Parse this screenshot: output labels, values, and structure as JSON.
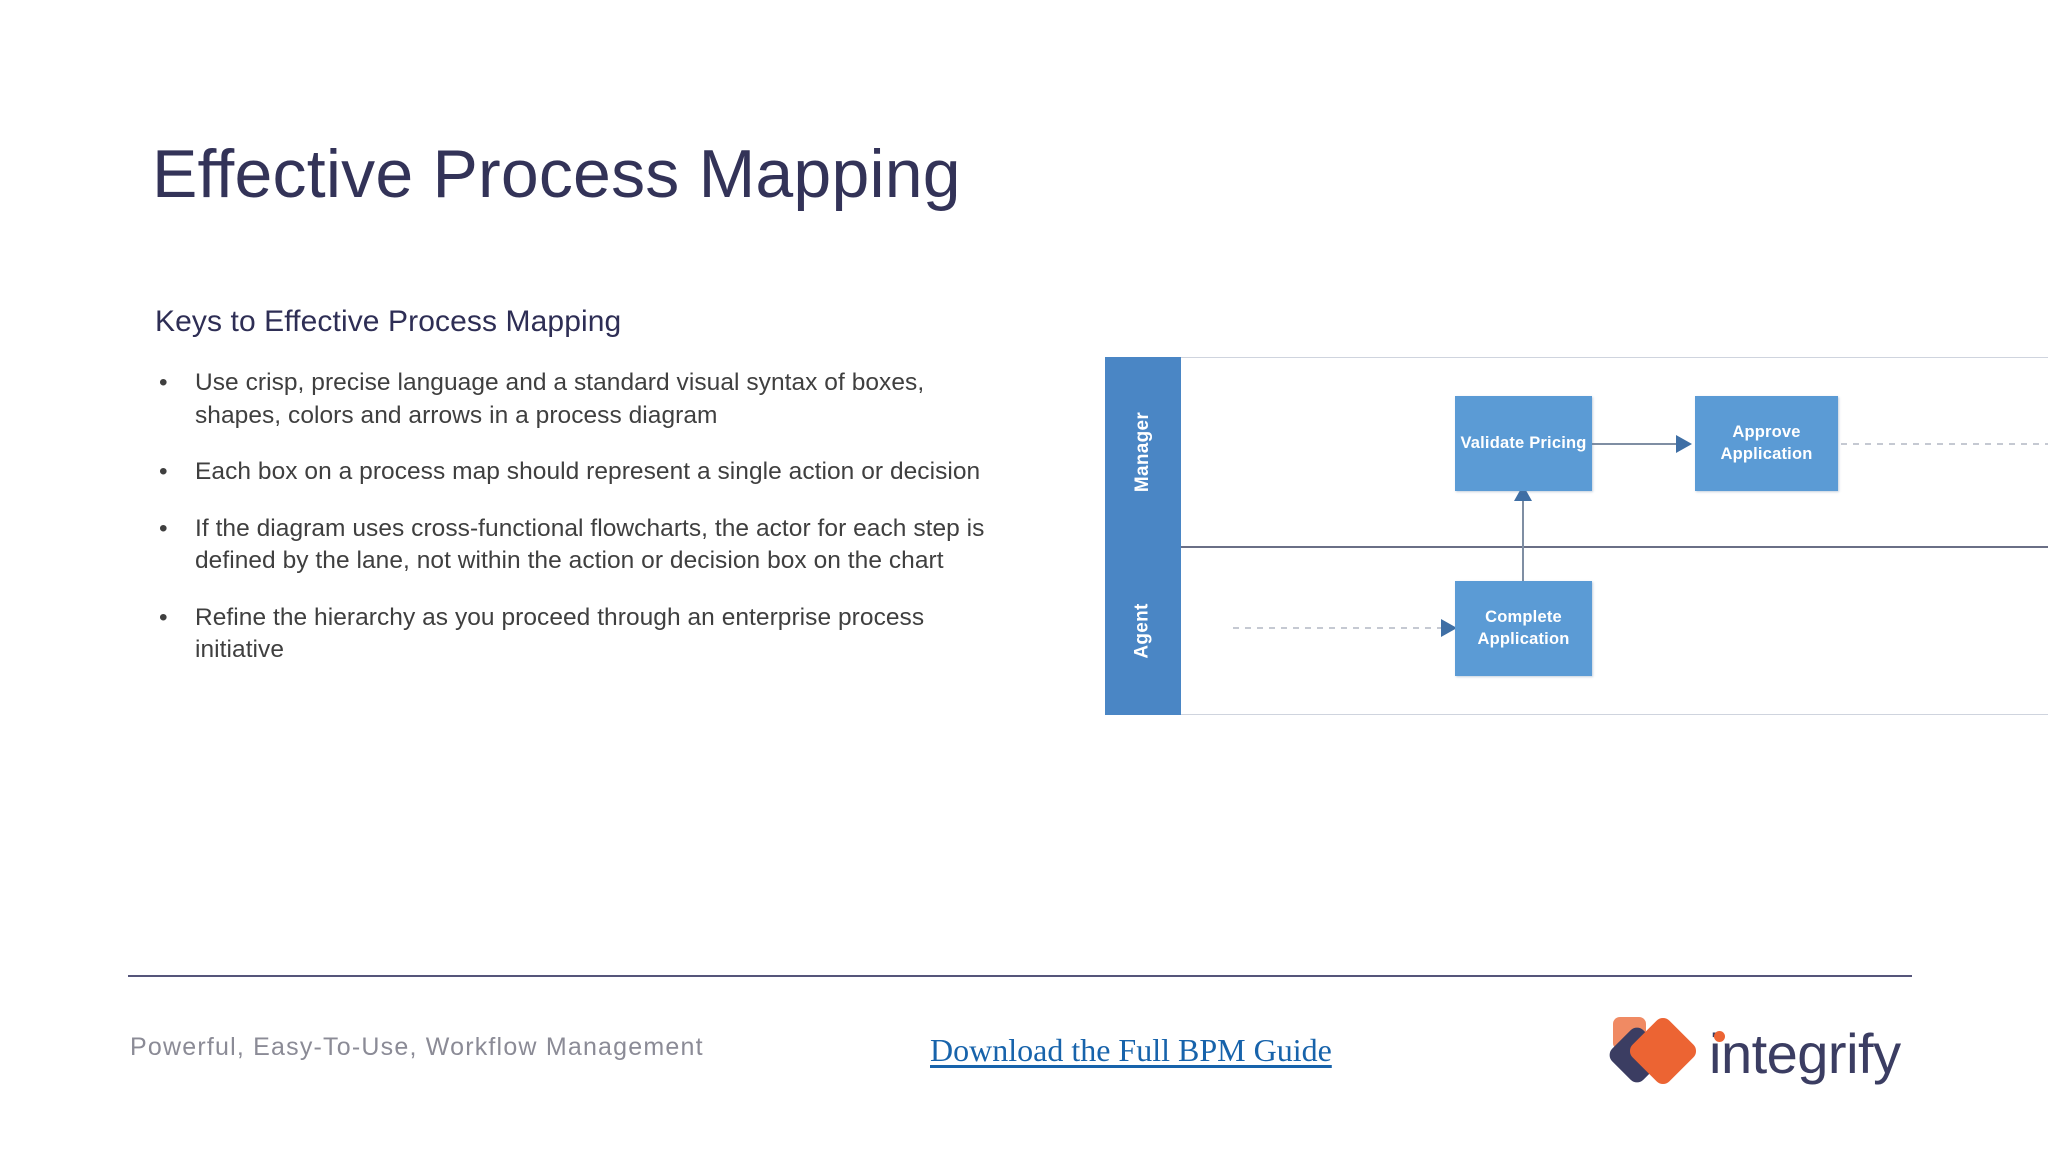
{
  "slide": {
    "title": "Effective Process Mapping",
    "background_color": "#ffffff",
    "title_color": "#333358"
  },
  "content": {
    "heading": "Keys to Effective Process Mapping",
    "bullet_marker": "•",
    "bullets": [
      "Use crisp, precise language and a standard visual syntax of boxes, shapes, colors and arrows in a process diagram",
      "Each box on a process map should represent a single action or decision",
      "If the diagram uses cross-functional flowcharts, the actor for each step is defined by the lane, not within the action or decision box on the chart",
      "Refine the hierarchy as you proceed through an enterprise process initiative"
    ]
  },
  "diagram": {
    "type": "swimlane-flowchart",
    "lane_header_color": "#4a86c5",
    "box_color": "#5b9bd5",
    "connector_color": "#7f8ea3",
    "arrowhead_color": "#3f6fa5",
    "dotted_connector_color": "#c5c9d2",
    "lanes": [
      {
        "label": "Manager"
      },
      {
        "label": "Agent"
      }
    ],
    "boxes": [
      {
        "id": "validate-pricing",
        "label": "Validate Pricing",
        "lane": "Manager"
      },
      {
        "id": "approve-application",
        "label": "Approve Application",
        "lane": "Manager"
      },
      {
        "id": "complete-application",
        "label": "Complete Application",
        "lane": "Agent"
      }
    ],
    "connectors": [
      {
        "from": "offslide-left",
        "to": "complete-application",
        "style": "dotted",
        "direction": "right"
      },
      {
        "from": "complete-application",
        "to": "validate-pricing",
        "style": "solid",
        "direction": "up"
      },
      {
        "from": "validate-pricing",
        "to": "approve-application",
        "style": "solid",
        "direction": "right"
      },
      {
        "from": "approve-application",
        "to": "offslide-right",
        "style": "dotted",
        "direction": "right"
      }
    ]
  },
  "footer": {
    "tagline": "Powerful, Easy-To-Use, Workflow Management",
    "tagline_color": "#8b8b96",
    "cta_label": "Download the Full BPM Guide",
    "cta_color": "#1763ab",
    "rule_color": "#55557a"
  },
  "brand": {
    "name": "integrify",
    "navy": "#3b3d62",
    "orange": "#ec6433",
    "orange_light": "#f08a63"
  }
}
